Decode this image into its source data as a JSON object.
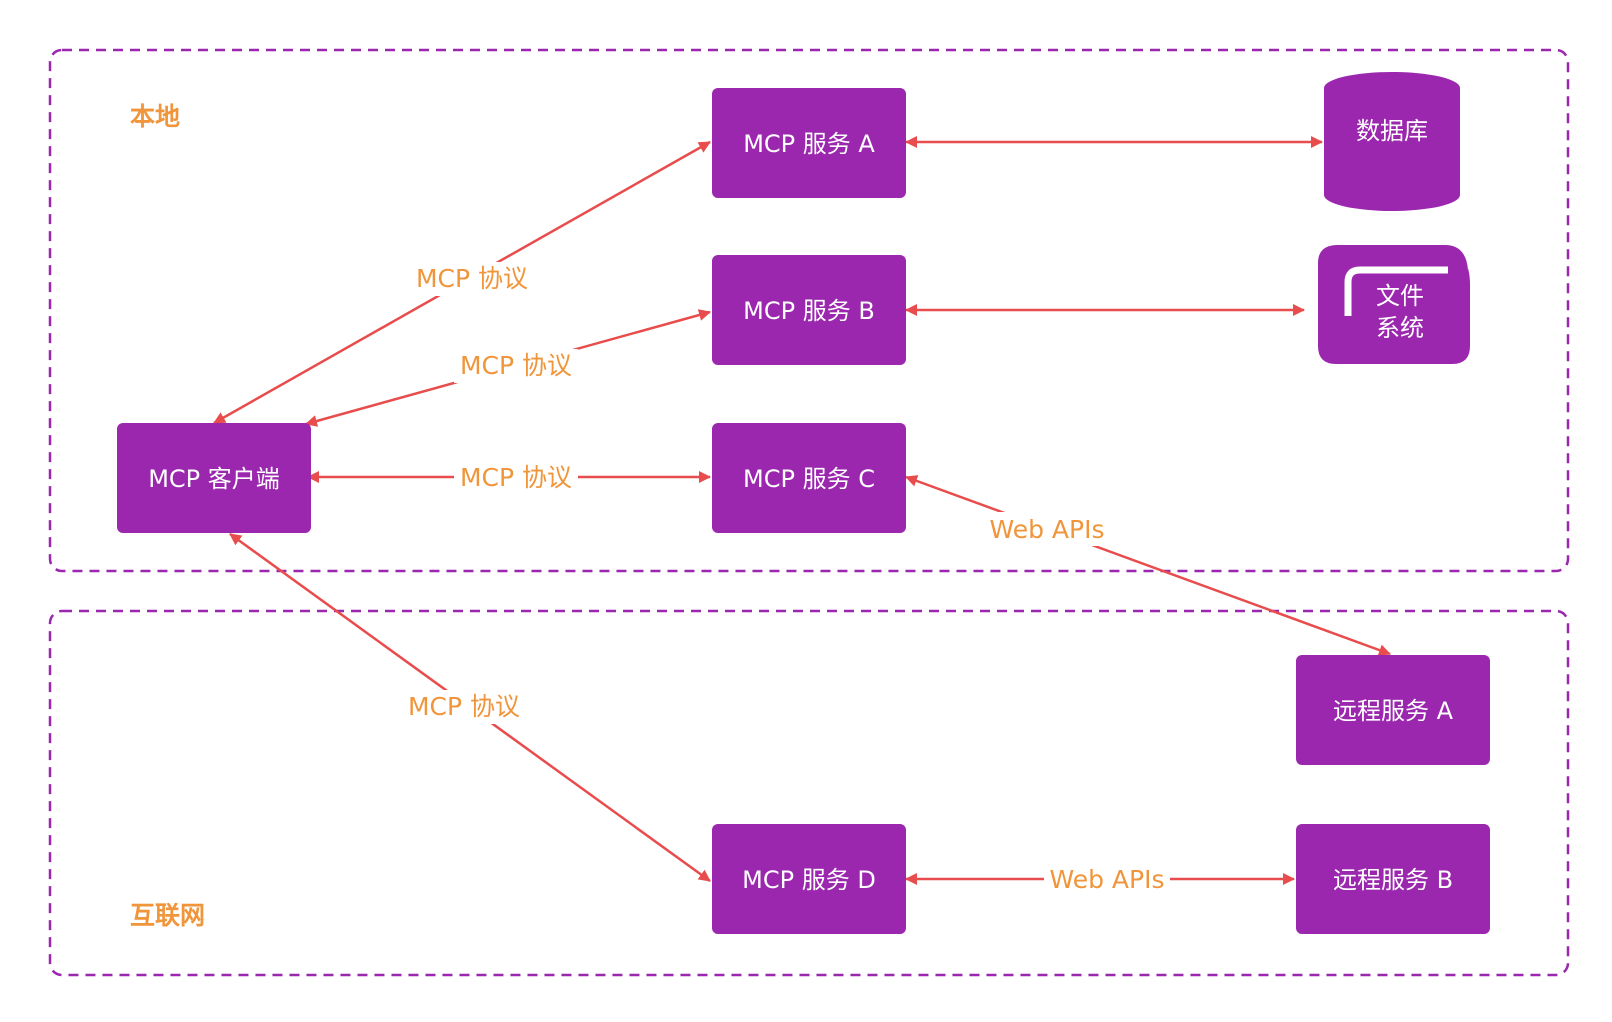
{
  "colors": {
    "node_fill": "#9b27af",
    "zone_border": "#9b27af",
    "edge": "#e84c4c",
    "zone_label": "#f0953a",
    "edge_label": "#f0953a",
    "node_text": "#ffffff"
  },
  "zones": {
    "local": {
      "label": "本地"
    },
    "internet": {
      "label": "互联网"
    }
  },
  "nodes": {
    "client": {
      "label": "MCP 客户端",
      "shape": "rect"
    },
    "server_a": {
      "label": "MCP 服务 A",
      "shape": "rect"
    },
    "server_b": {
      "label": "MCP 服务 B",
      "shape": "rect"
    },
    "server_c": {
      "label": "MCP 服务 C",
      "shape": "rect"
    },
    "server_d": {
      "label": "MCP 服务 D",
      "shape": "rect"
    },
    "database": {
      "label": "数据库",
      "shape": "cylinder"
    },
    "filesystem": {
      "label_line1": "文件",
      "label_line2": "系统",
      "shape": "folder"
    },
    "remote_a": {
      "label": "远程服务 A",
      "shape": "rect"
    },
    "remote_b": {
      "label": "远程服务 B",
      "shape": "rect"
    }
  },
  "edges": {
    "client_server_a": {
      "label": "MCP 协议",
      "from": "client",
      "to": "server_a",
      "bidirectional": true
    },
    "client_server_b": {
      "label": "MCP 协议",
      "from": "client",
      "to": "server_b",
      "bidirectional": true
    },
    "client_server_c": {
      "label": "MCP 协议",
      "from": "client",
      "to": "server_c",
      "bidirectional": true
    },
    "client_server_d": {
      "label": "MCP 协议",
      "from": "client",
      "to": "server_d",
      "bidirectional": true
    },
    "server_a_database": {
      "label": "",
      "from": "server_a",
      "to": "database",
      "bidirectional": true
    },
    "server_b_filesystem": {
      "label": "",
      "from": "server_b",
      "to": "filesystem",
      "bidirectional": true
    },
    "server_c_remote_a": {
      "label": "Web APIs",
      "from": "server_c",
      "to": "remote_a",
      "bidirectional": true
    },
    "server_d_remote_b": {
      "label": "Web APIs",
      "from": "server_d",
      "to": "remote_b",
      "bidirectional": true
    }
  }
}
